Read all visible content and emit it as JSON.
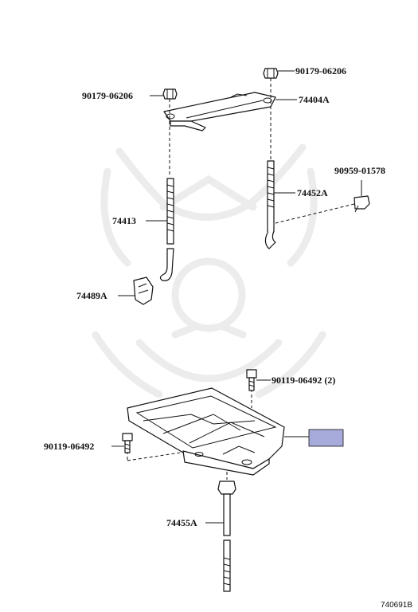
{
  "labels": {
    "nut_top_right": "90179-06206",
    "nut_top_left": "90179-06206",
    "hold_down_clamp": "74404A",
    "clip": "90959-01578",
    "rod_right": "74452A",
    "rod_left": "74413",
    "retainer": "74489A",
    "bolt_tray_right": "90119-06492 (2)",
    "bolt_tray_left": "90119-06492",
    "long_bolt": "74455A"
  },
  "highlight_color": "#a7abdb",
  "watermark": "samurai-emblem",
  "drawing_code": "740691B"
}
